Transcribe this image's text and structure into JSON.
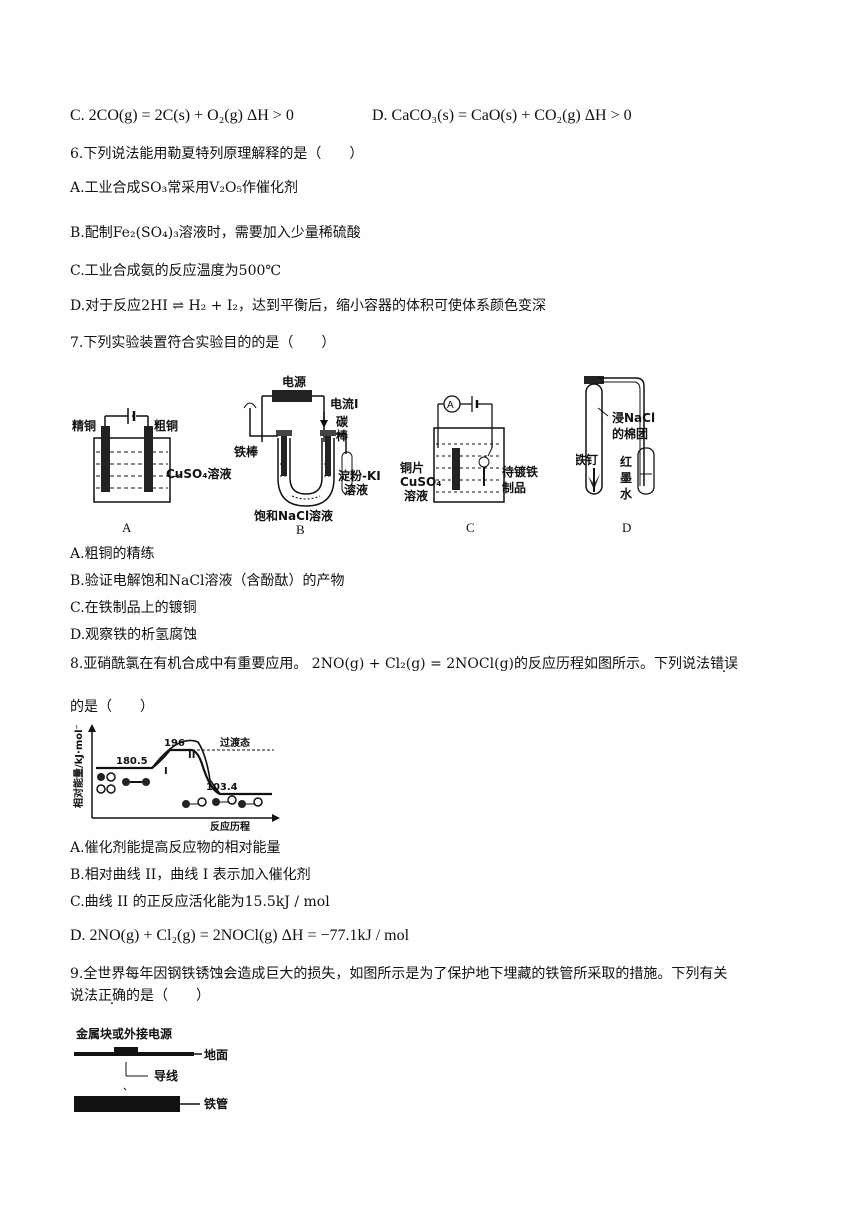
{
  "q5": {
    "optC": "C. 2CO(g) = 2C(s) + O₂(g)   ΔH > 0",
    "optD": "D. CaCO₃(s) = CaO(s) + CO₂(g)   ΔH > 0"
  },
  "q6": {
    "stem": "6.下列说法能用勒夏特列原理解释的是（　　）",
    "optA": "A.工业合成SO₃常采用V₂O₅作催化剂",
    "optB": "B.配制Fe₂(SO₄)₃溶液时，需要加入少量稀硫酸",
    "optC": "C.工业合成氨的反应温度为500℃",
    "optD": "D.对于反应2HI ⇌ H₂ + I₂，达到平衡后，缩小容器的体积可使体系颜色变深"
  },
  "q7": {
    "stem": "7.下列实验装置符合实验目的的是（　　）",
    "figA": {
      "label": "A",
      "t1": "精铜",
      "t2": "粗铜",
      "t3": "CuSO₄溶液"
    },
    "figB": {
      "label": "B",
      "t1": "电源",
      "t2": "电流I",
      "t3": "碳",
      "t4": "棒",
      "t5": "铁棒",
      "t6": "淀粉-KI",
      "t7": "溶液",
      "t8": "饱和NaCl溶液"
    },
    "figC": {
      "label": "C",
      "t1": "A",
      "t2": "铜片",
      "t3": "CuSO₄",
      "t4": "溶液",
      "t5": "待镀铁",
      "t6": "制品"
    },
    "figD": {
      "label": "D",
      "t1": "浸NaCl",
      "t2": "的棉团",
      "t3": "铁钉",
      "t4": "红",
      "t5": "墨",
      "t6": "水"
    },
    "optA": "A.粗铜的精练",
    "optB": "B.验证电解饱和NaCl溶液（含酚酞）的产物",
    "optC": "C.在铁制品上的镀铜",
    "optD": "D.观察铁的析氢腐蚀"
  },
  "q8": {
    "stem_a": "8.亚硝酰氯在有机合成中有重要应用。 2NO(g) + Cl₂(g) = 2NOCl(g)的反应历程如图所示。下列说法",
    "stem_b": "错误",
    "stem_c": "的是（　　）",
    "fig": {
      "v1": "180.5",
      "v2": "196",
      "v3": "103.4",
      "ts": "过渡态",
      "c1": "I",
      "c2": "II",
      "ylabel": "相对能量/kJ·mol⁻¹",
      "xlabel": "反应历程"
    },
    "optA": "A.催化剂能提高反应物的相对能量",
    "optB": "B.相对曲线 II，曲线 I 表示加入催化剂",
    "optC": "C.曲线 II 的正反应活化能为15.5kJ / mol",
    "optD": "D. 2NO(g) + Cl₂(g) = 2NOCl(g)   ΔH = −77.1kJ / mol"
  },
  "q9": {
    "stem_a": "9.全世界每年因钢铁锈蚀会造成巨大的损失，如图所示是为了保护地下埋藏的铁管所采取的措施。下列有关",
    "stem_b1": "说法",
    "stem_b2": "正确",
    "stem_b3": "的是（　　）",
    "fig": {
      "t1": "金属块或外接电源",
      "t2": "地面",
      "t3": "导线",
      "t4": "铁管"
    }
  }
}
